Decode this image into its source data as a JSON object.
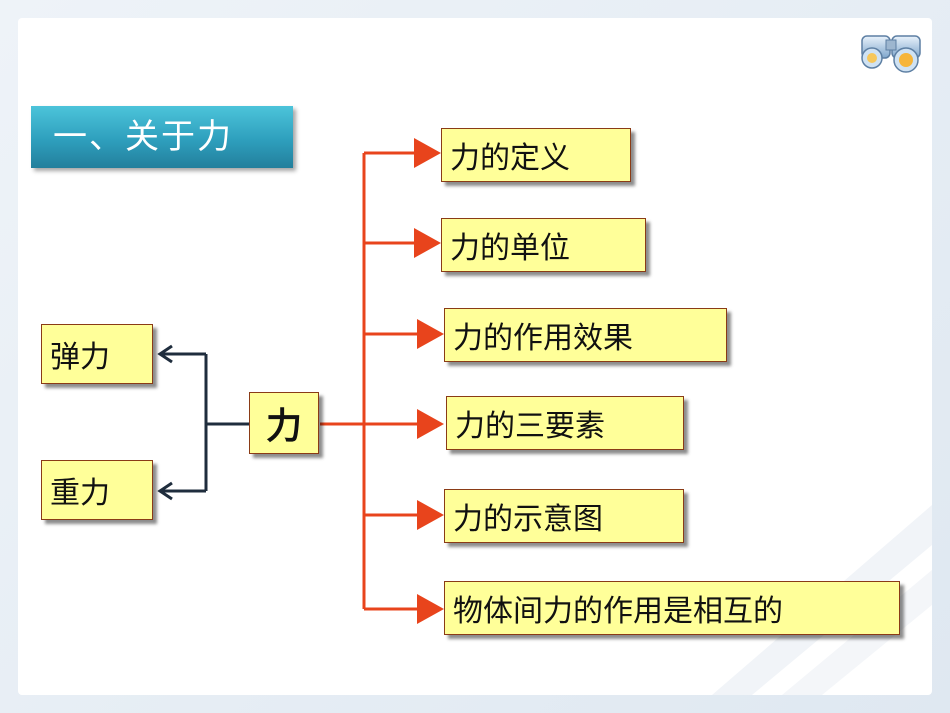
{
  "title": "一、关于力",
  "center": "力",
  "left_items": [
    "弹力",
    "重力"
  ],
  "right_items": [
    "力的定义",
    "力的单位",
    "力的作用效果",
    "力的三要素",
    "力的示意图",
    "物体间力的作用是相互的"
  ],
  "colors": {
    "box_fill": "#ffff99",
    "box_border": "#8a3b16",
    "right_connector": "#e8441c",
    "left_connector": "#1f2d3d",
    "title_fill": "#2e9fbd",
    "title_text": "#ffffff"
  },
  "icons": [
    "binoculars-icon"
  ]
}
